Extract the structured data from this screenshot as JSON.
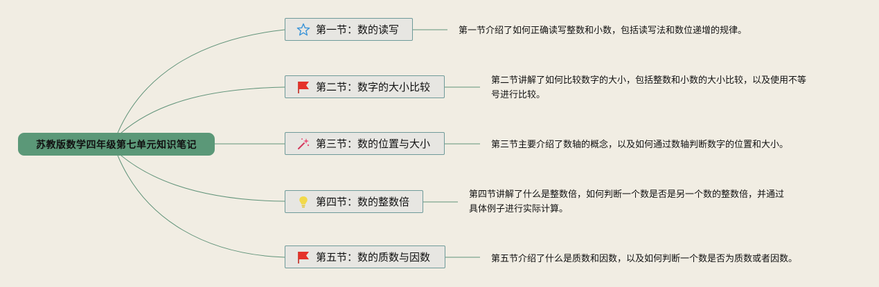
{
  "root": {
    "title": "苏教版数学四年级第七单元知识笔记"
  },
  "sections": [
    {
      "title": "第一节：数的读写",
      "icon": "star-icon",
      "desc_lines": [
        "第一节介绍了如何正确读写整数和小数，包括读写法和数位递增的规律。"
      ]
    },
    {
      "title": "第二节：数字的大小比较",
      "icon": "red-flag-icon",
      "desc_lines": [
        "第二节讲解了如何比较数字的大小，包括整数和小数的大小比较，以及使用不等",
        "号进行比较。"
      ]
    },
    {
      "title": "第三节：数的位置与大小",
      "icon": "magic-wand-icon",
      "desc_lines": [
        "第三节主要介绍了数轴的概念，以及如何通过数轴判断数字的位置和大小。"
      ]
    },
    {
      "title": "第四节：数的整数倍",
      "icon": "lightbulb-icon",
      "desc_lines": [
        "第四节讲解了什么是整数倍，如何判断一个数是否是另一个数的整数倍，并通过",
        "具体例子进行实际计算。"
      ]
    },
    {
      "title": "第五节：数的质数与因数",
      "icon": "red-flag-icon",
      "desc_lines": [
        "第五节介绍了什么是质数和因数，以及如何判断一个数是否为质数或者因数。"
      ]
    }
  ],
  "colors": {
    "background": "#f1ede3",
    "root_fill": "#5b9878",
    "node_fill": "#e7e6e2",
    "node_border": "#6e9a99",
    "branch": "#5f9278",
    "flag": "#e5322a",
    "star": "#3a94d8",
    "bulb": "#f2d94a"
  }
}
